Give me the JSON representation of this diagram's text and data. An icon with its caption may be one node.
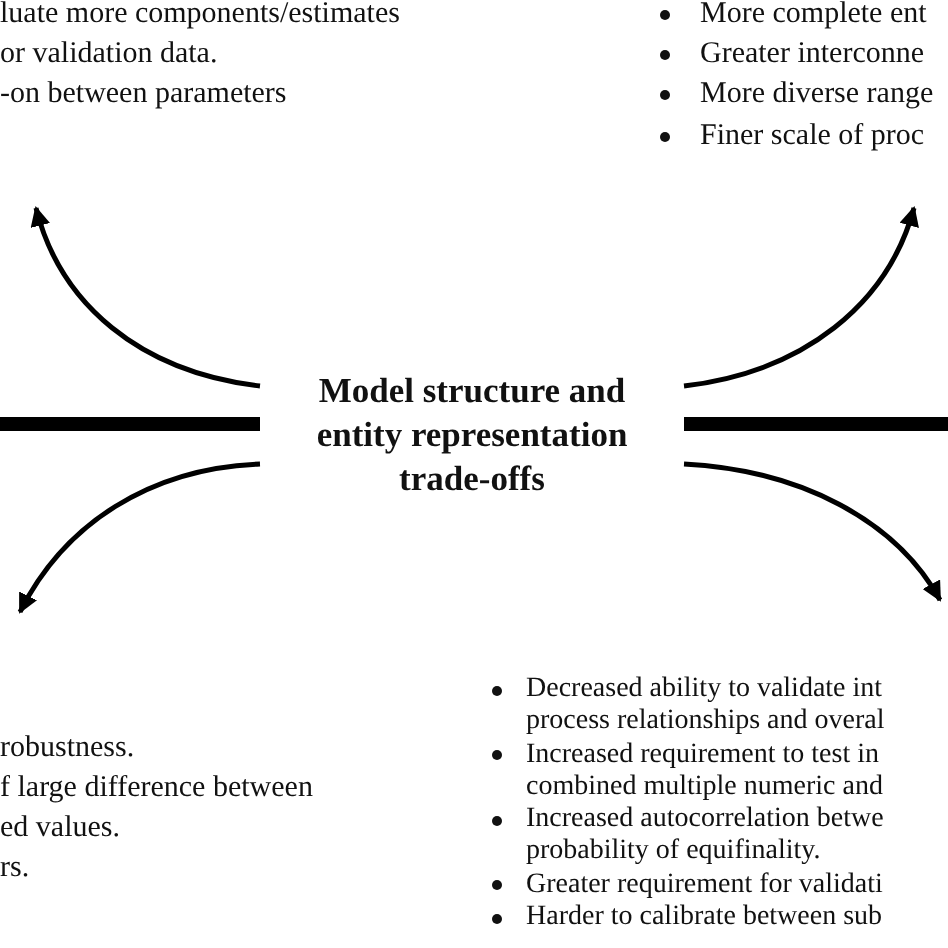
{
  "diagram": {
    "nodes": [
      {
        "text": [
          "Model structure and entity representation trade-offs"
        ]
      },
      {
        "text": [
          "luate more components/estimates",
          "or validation data.",
          "-on between parameters"
        ]
      },
      {
        "text": [
          "More complete ent",
          "Greater interconne",
          "More diverse range",
          "Finer scale of proc"
        ]
      },
      {
        "text": [
          "robustness.",
          "f large difference between ed values.",
          "rs."
        ]
      },
      {
        "text": [
          "Decreased ability to validate int process relationships and overal",
          "Increased requirement to test in combined multiple numeric and",
          "Increased autocorrelation betwe probability of equifinality.",
          "Greater requirement for validati",
          "Harder to calibrate between sub"
        ]
      }
    ],
    "edges": [
      {
        "from": 0,
        "to": 1,
        "arrow": "to"
      },
      {
        "from": 0,
        "to": 2,
        "arrow": "to"
      },
      {
        "from": 0,
        "to": 3,
        "arrow": "to"
      },
      {
        "from": 0,
        "to": 4,
        "arrow": "to"
      },
      {
        "from": 0,
        "to": null,
        "arrow": "none",
        "style": "thick"
      },
      {
        "from": 0,
        "to": null,
        "arrow": "none",
        "style": "thick"
      }
    ]
  }
}
